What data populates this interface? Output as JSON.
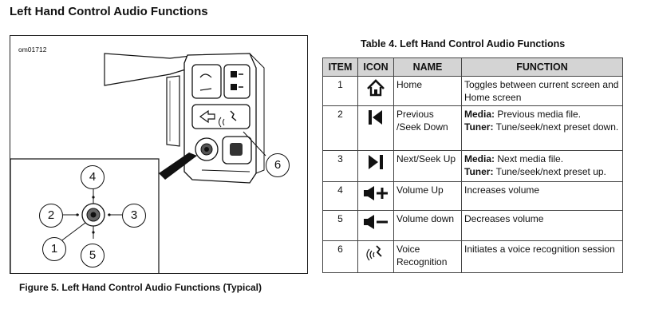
{
  "page_title": "Left Hand Control Audio Functions",
  "figure": {
    "code": "om01712",
    "caption": "Figure 5. Left Hand Control Audio Functions (Typical)",
    "callouts": [
      "1",
      "2",
      "3",
      "4",
      "5",
      "6"
    ]
  },
  "table": {
    "title": "Table 4. Left Hand Control Audio Functions",
    "headers": [
      "ITEM",
      "ICON",
      "NAME",
      "FUNCTION"
    ],
    "rows": [
      {
        "item": "1",
        "icon": "home-icon",
        "name": "Home",
        "function": [
          {
            "label": "",
            "text": "Toggles between current screen and Home screen"
          }
        ]
      },
      {
        "item": "2",
        "icon": "previous-seek-icon",
        "name": "Previous /Seek Down",
        "function": [
          {
            "label": "Media:",
            "text": " Previous media file."
          },
          {
            "label": "Tuner:",
            "text": " Tune/seek/next preset down."
          }
        ]
      },
      {
        "item": "3",
        "icon": "next-seek-icon",
        "name": "Next/Seek Up",
        "function": [
          {
            "label": "Media:",
            "text": " Next media file."
          },
          {
            "label": "Tuner:",
            "text": " Tune/seek/next preset up."
          }
        ]
      },
      {
        "item": "4",
        "icon": "volume-up-icon",
        "name": "Volume Up",
        "function": [
          {
            "label": "",
            "text": "Increases volume"
          }
        ]
      },
      {
        "item": "5",
        "icon": "volume-down-icon",
        "name": "Volume down",
        "function": [
          {
            "label": "",
            "text": "Decreases volume"
          }
        ]
      },
      {
        "item": "6",
        "icon": "voice-recognition-icon",
        "name": "Voice Recognition",
        "function": [
          {
            "label": "",
            "text": "Initiates a voice recognition ses­sion"
          }
        ]
      }
    ]
  }
}
